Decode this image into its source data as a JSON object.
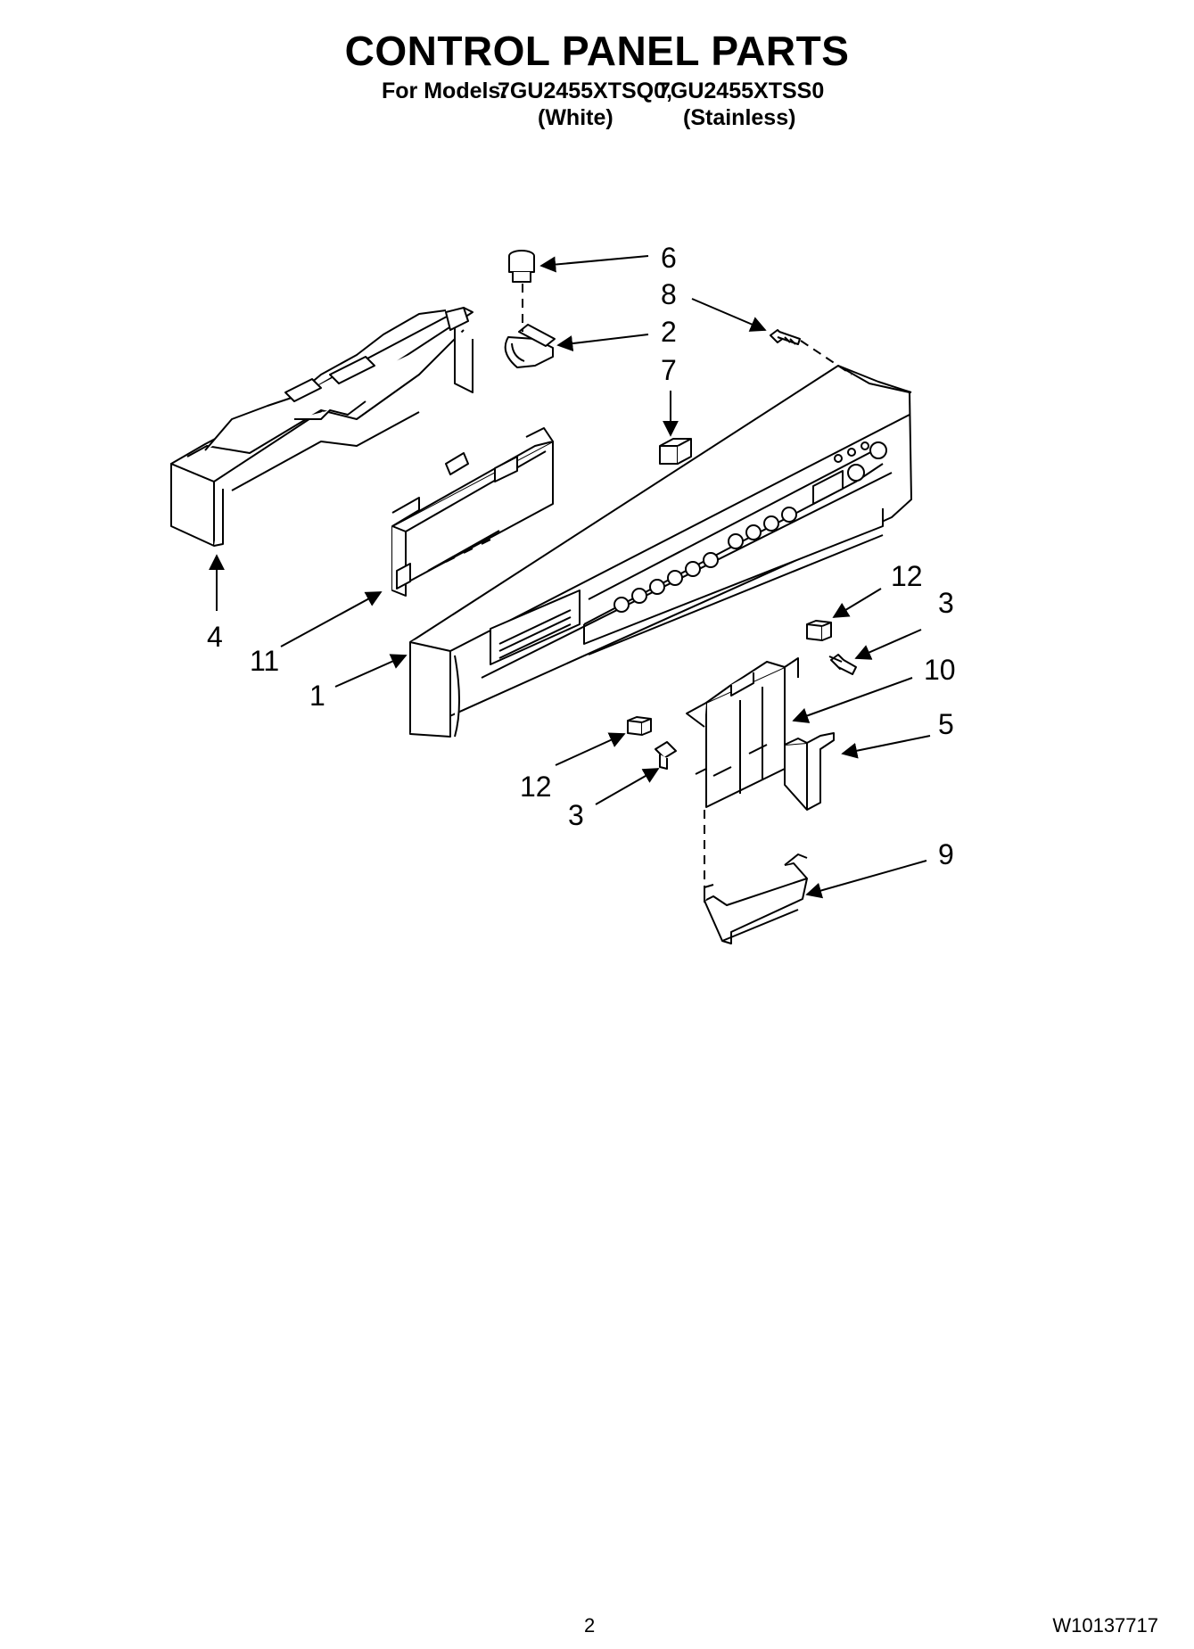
{
  "header": {
    "title": "CONTROL PANEL PARTS",
    "models_label": "For Models:",
    "model_1": "7GU2455XTSQ0,",
    "model_2": "7GU2455XTSS0",
    "variant_1": "(White)",
    "variant_2": "(Stainless)"
  },
  "callouts": [
    {
      "id": "6",
      "label": "6"
    },
    {
      "id": "8",
      "label": "8"
    },
    {
      "id": "2",
      "label": "2"
    },
    {
      "id": "7",
      "label": "7"
    },
    {
      "id": "12a",
      "label": "12"
    },
    {
      "id": "3a",
      "label": "3"
    },
    {
      "id": "10",
      "label": "10"
    },
    {
      "id": "5",
      "label": "5"
    },
    {
      "id": "4",
      "label": "4"
    },
    {
      "id": "11",
      "label": "11"
    },
    {
      "id": "1",
      "label": "1"
    },
    {
      "id": "12b",
      "label": "12"
    },
    {
      "id": "3b",
      "label": "3"
    },
    {
      "id": "9",
      "label": "9"
    }
  ],
  "footer": {
    "page_number": "2",
    "doc_number": "W10137717"
  }
}
